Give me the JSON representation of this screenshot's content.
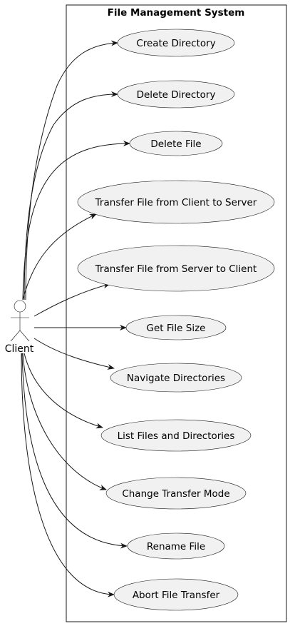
{
  "system": {
    "title": "File Management System"
  },
  "actor": {
    "name": "Client"
  },
  "use_cases": [
    {
      "label": "Create Directory"
    },
    {
      "label": "Delete Directory"
    },
    {
      "label": "Delete File"
    },
    {
      "label": "Transfer File from Client to Server"
    },
    {
      "label": "Transfer File from Server to Client"
    },
    {
      "label": "Get File Size"
    },
    {
      "label": "Navigate Directories"
    },
    {
      "label": "List Files and Directories"
    },
    {
      "label": "Change Transfer Mode"
    },
    {
      "label": "Rename File"
    },
    {
      "label": "Abort File Transfer"
    }
  ],
  "colors": {
    "ellipse_fill": "#f1f1f1",
    "stroke": "#181818"
  }
}
